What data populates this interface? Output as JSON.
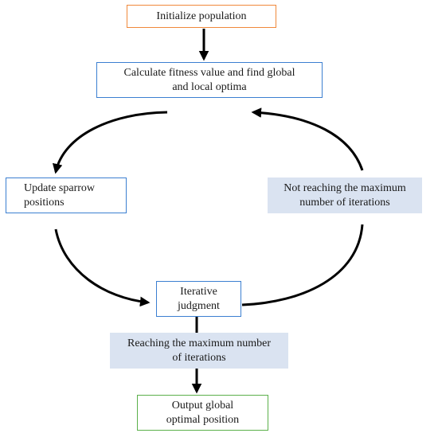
{
  "nodes": {
    "init": "Initialize population",
    "calc": "Calculate fitness value and find global\nand local optima",
    "update": "Update sparrow\npositions",
    "not_reaching": "Not reaching the maximum\nnumber of iterations",
    "judgment": "Iterative\njudgment",
    "reaching": "Reaching the maximum number\nof iterations",
    "output": "Output global\noptimal position"
  },
  "colors": {
    "start_border": "#f0883a",
    "process_border": "#3b7fd1",
    "end_border": "#5bb04a",
    "condition_fill": "#dae3f1",
    "arrow": "#000000"
  }
}
